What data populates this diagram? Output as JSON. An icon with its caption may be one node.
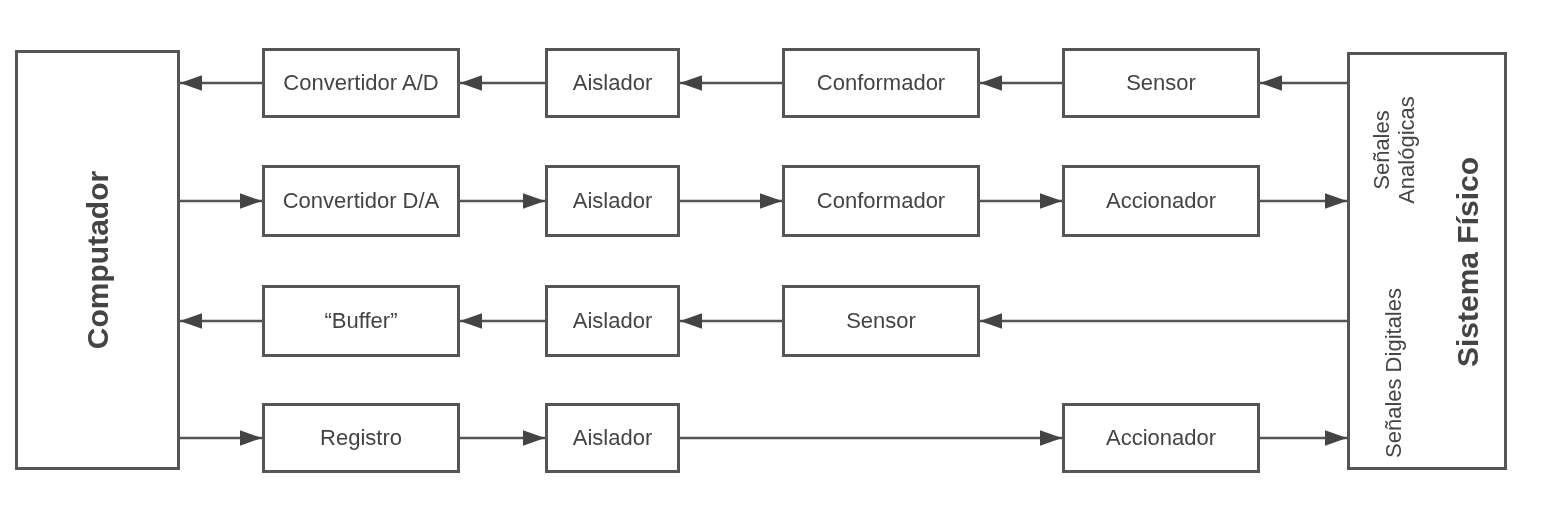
{
  "diagram": {
    "nodes": [
      {
        "text": [
          "Computador"
        ]
      },
      {
        "text": [
          "Señales Analógicas",
          "Señales Digitales",
          "Sistema Físico"
        ]
      },
      {
        "text": [
          "Convertidor A/D"
        ]
      },
      {
        "text": [
          "Aislador"
        ]
      },
      {
        "text": [
          "Conformador"
        ]
      },
      {
        "text": [
          "Sensor"
        ]
      },
      {
        "text": [
          "Convertidor D/A"
        ]
      },
      {
        "text": [
          "Aislador"
        ]
      },
      {
        "text": [
          "Conformador"
        ]
      },
      {
        "text": [
          "Accionador"
        ]
      },
      {
        "text": [
          "“Buffer”"
        ]
      },
      {
        "text": [
          "Aislador"
        ]
      },
      {
        "text": [
          "Sensor"
        ]
      },
      {
        "text": [
          "Registro"
        ]
      },
      {
        "text": [
          "Aislador"
        ]
      },
      {
        "text": [
          "Accionador"
        ]
      }
    ],
    "edges": [
      {
        "from": 1,
        "to": 5,
        "arrow": "to"
      },
      {
        "from": 5,
        "to": 4,
        "arrow": "to"
      },
      {
        "from": 4,
        "to": 3,
        "arrow": "to"
      },
      {
        "from": 3,
        "to": 2,
        "arrow": "to"
      },
      {
        "from": 2,
        "to": 0,
        "arrow": "to"
      },
      {
        "from": 0,
        "to": 6,
        "arrow": "to"
      },
      {
        "from": 6,
        "to": 7,
        "arrow": "to"
      },
      {
        "from": 7,
        "to": 8,
        "arrow": "to"
      },
      {
        "from": 8,
        "to": 9,
        "arrow": "to"
      },
      {
        "from": 9,
        "to": 1,
        "arrow": "to"
      },
      {
        "from": 1,
        "to": 12,
        "arrow": "to"
      },
      {
        "from": 12,
        "to": 11,
        "arrow": "to"
      },
      {
        "from": 11,
        "to": 10,
        "arrow": "to"
      },
      {
        "from": 10,
        "to": 0,
        "arrow": "to"
      },
      {
        "from": 0,
        "to": 13,
        "arrow": "to"
      },
      {
        "from": 13,
        "to": 14,
        "arrow": "to"
      },
      {
        "from": 14,
        "to": 15,
        "arrow": "to"
      },
      {
        "from": 15,
        "to": 1,
        "arrow": "to"
      }
    ]
  }
}
